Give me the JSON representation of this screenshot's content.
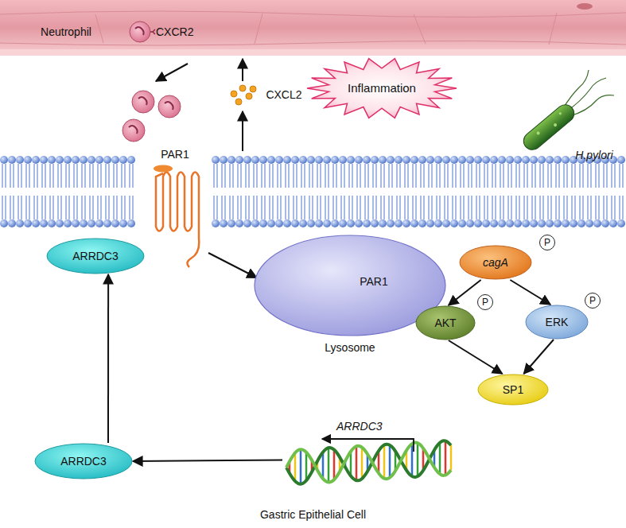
{
  "diagram": {
    "caption": "Gastric Epithelial Cell",
    "nodes": [
      {
        "text": [
          "Neutrophil"
        ]
      },
      {
        "text": [
          "CXCL2"
        ]
      },
      {
        "text": [
          "Inflammation"
        ]
      },
      {
        "text": [
          "H.pylori"
        ]
      },
      {
        "text": [
          "PAR1"
        ]
      },
      {
        "text": [
          "ARRDC3"
        ]
      },
      {
        "text": [
          "Lysosome"
        ]
      },
      {
        "text": [
          "PAR1"
        ],
        "in": 6
      },
      {
        "text": [
          "cagA",
          "P"
        ]
      },
      {
        "text": [
          "AKT",
          "P"
        ]
      },
      {
        "text": [
          "ERK",
          "P"
        ]
      },
      {
        "text": [
          "SP1"
        ]
      },
      {
        "text": [
          "ARRDC3"
        ]
      },
      {
        "text": [
          "ARRDC3"
        ]
      }
    ],
    "edges": [
      {
        "from": 4,
        "to": 6,
        "arrow": "to"
      },
      {
        "from": 8,
        "to": 9,
        "arrow": "to"
      },
      {
        "from": 8,
        "to": 10,
        "arrow": "to"
      },
      {
        "from": 9,
        "to": 11,
        "arrow": "to"
      },
      {
        "from": 10,
        "to": 11,
        "arrow": "to"
      },
      {
        "from": 12,
        "to": 13,
        "arrow": "to"
      },
      {
        "from": 13,
        "to": 5,
        "arrow": "to"
      }
    ],
    "labels": [
      "CXCR2"
    ]
  }
}
